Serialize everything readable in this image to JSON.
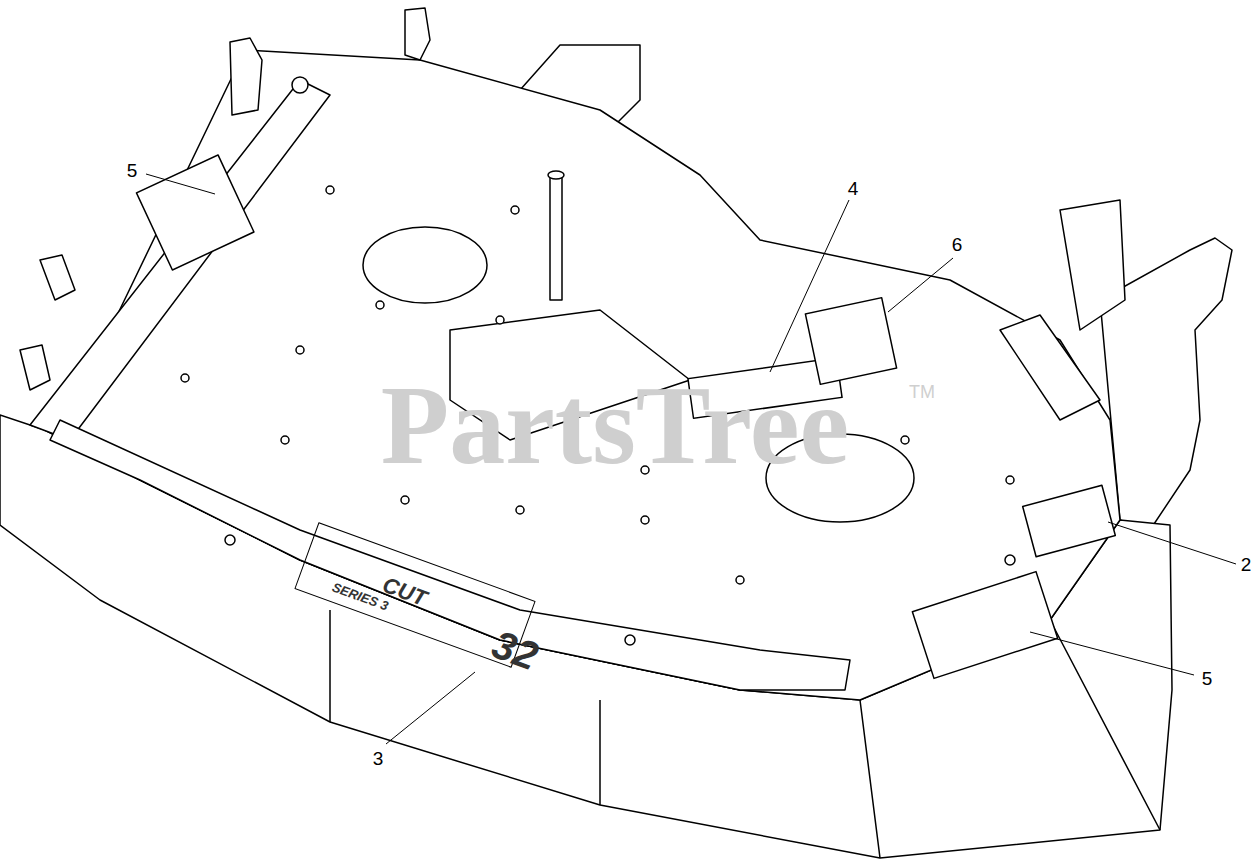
{
  "diagram": {
    "labels": [
      "5",
      "4",
      "6",
      "2",
      "5",
      "3",
      "PartsTree",
      "TM",
      "CUT",
      "SERIES 3",
      "32"
    ]
  }
}
